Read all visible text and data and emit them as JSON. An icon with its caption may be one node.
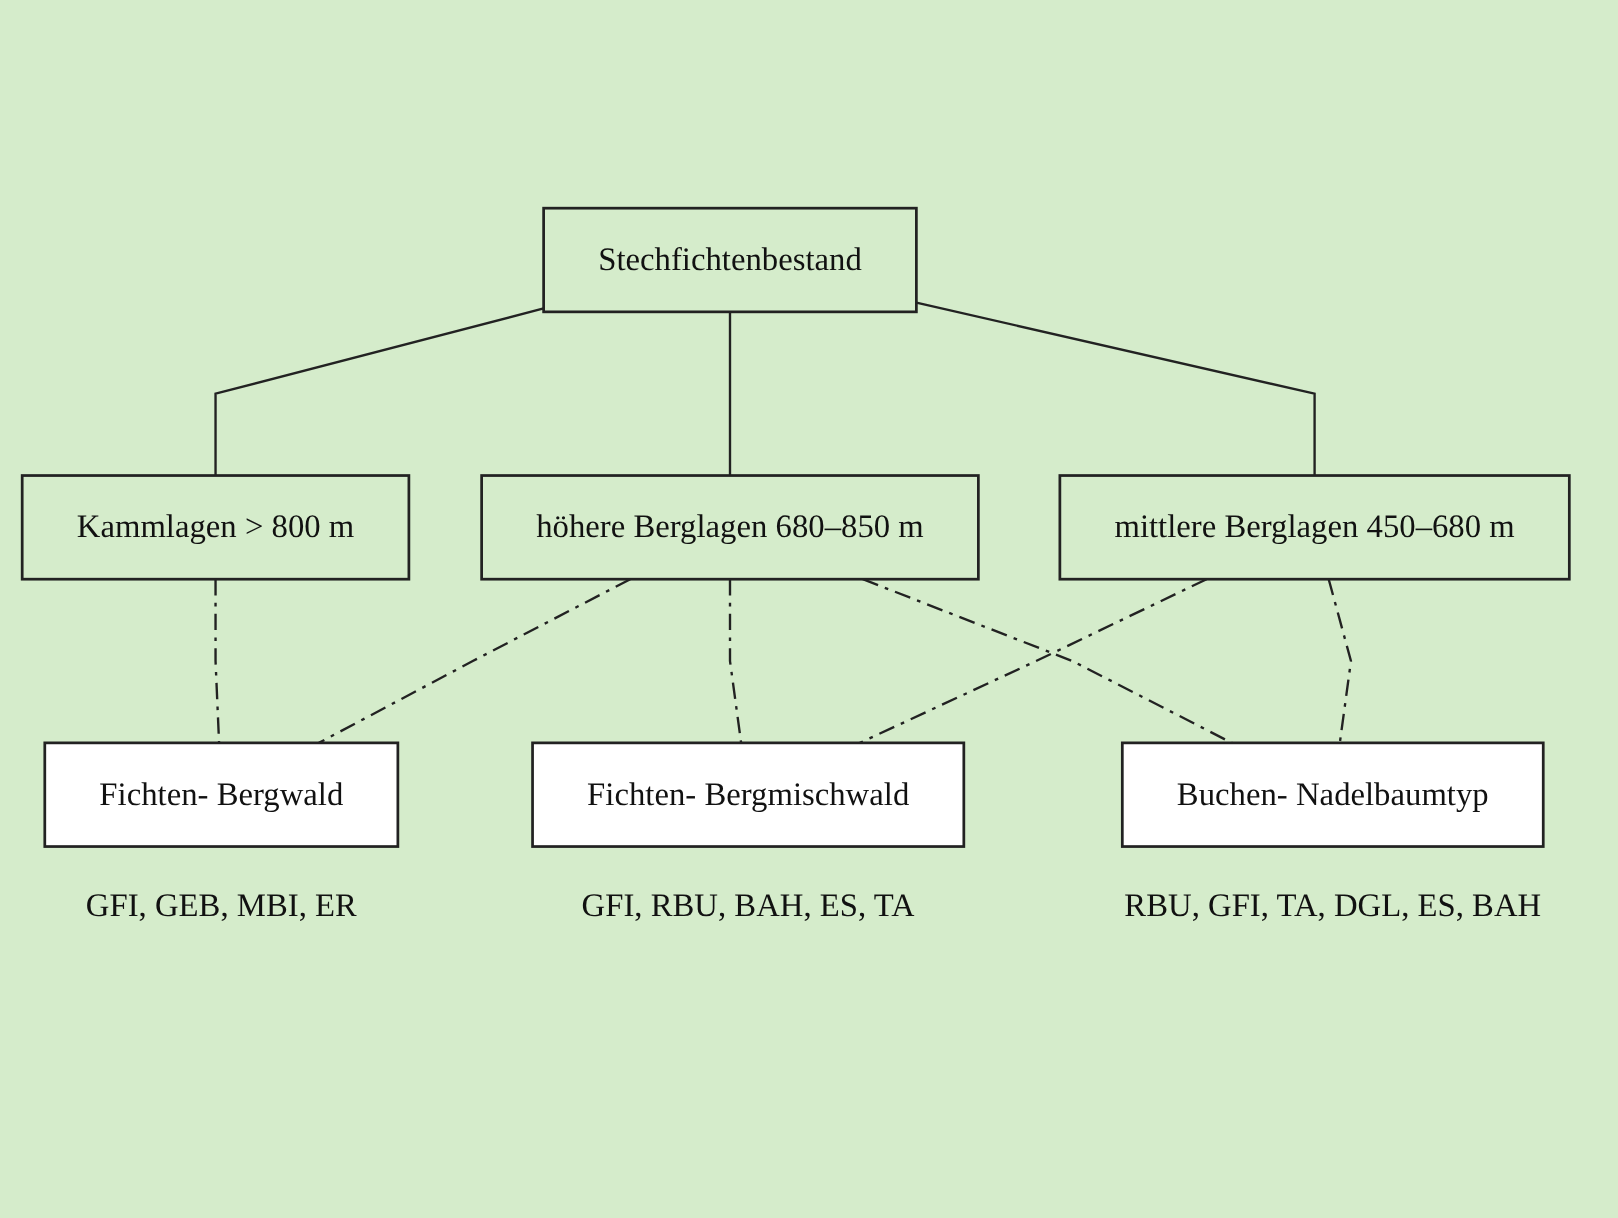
{
  "diagram": {
    "nodes": [
      {
        "text": [
          "Stechfichtenbestand"
        ]
      },
      {
        "text": [
          "Kammlagen > 800 m"
        ]
      },
      {
        "text": [
          "höhere Berglagen 680–850 m"
        ]
      },
      {
        "text": [
          "mittlere Berglagen 450–680 m"
        ]
      },
      {
        "text": [
          "Fichten- Bergwald"
        ],
        "beside": [
          "GFI, GEB, MBI, ER"
        ]
      },
      {
        "text": [
          "Fichten- Bergmischwald"
        ],
        "beside": [
          "GFI, RBU, BAH, ES, TA"
        ]
      },
      {
        "text": [
          "Buchen- Nadelbaumtyp"
        ],
        "beside": [
          "RBU, GFI, TA, DGL, ES, BAH"
        ]
      }
    ],
    "edges": [
      {
        "from": 0,
        "to": 1,
        "arrow": "none"
      },
      {
        "from": 0,
        "to": 2,
        "arrow": "none"
      },
      {
        "from": 0,
        "to": 3,
        "arrow": "none"
      },
      {
        "from": 1,
        "to": 4,
        "arrow": "none",
        "style": "dashed"
      },
      {
        "from": 2,
        "to": 4,
        "arrow": "none",
        "style": "dashed"
      },
      {
        "from": 2,
        "to": 5,
        "arrow": "none",
        "style": "dashed"
      },
      {
        "from": 2,
        "to": 6,
        "arrow": "none",
        "style": "dashed"
      },
      {
        "from": 3,
        "to": 5,
        "arrow": "none",
        "style": "dashed"
      },
      {
        "from": 3,
        "to": 6,
        "arrow": "none",
        "style": "dashed"
      }
    ]
  }
}
